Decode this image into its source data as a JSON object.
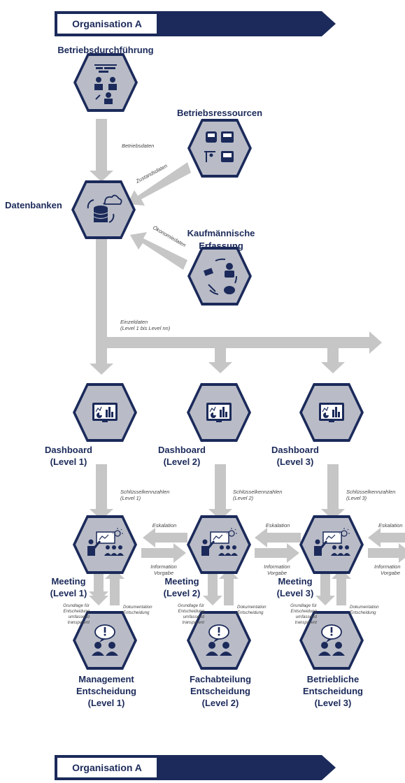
{
  "banner_top": "Organisation A",
  "banner_bottom": "Organisation A",
  "nodes": {
    "betrieb": "Betriebsdurchführung",
    "ressourcen": "Betriebsressourcen",
    "datenbanken": "Datenbanken",
    "kauf_line1": "Kaufmännische",
    "kauf_line2": "Erfassung",
    "dash1_line1": "Dashboard",
    "dash1_line2": "(Level 1)",
    "dash2_line1": "Dashboard",
    "dash2_line2": "(Level 2)",
    "dash3_line1": "Dashboard",
    "dash3_line2": "(Level 3)",
    "meet1_line1": "Meeting",
    "meet1_line2": "(Level 1)",
    "meet2_line1": "Meeting",
    "meet2_line2": "(Level 2)",
    "meet3_line1": "Meeting",
    "meet3_line2": "(Level 3)",
    "dec1_line1": "Management",
    "dec1_line2": "Entscheidung",
    "dec1_line3": "(Level 1)",
    "dec2_line1": "Fachabteilung",
    "dec2_line2": "Entscheidung",
    "dec2_line3": "(Level 2)",
    "dec3_line1": "Betriebliche",
    "dec3_line2": "Entscheidung",
    "dec3_line3": "(Level 3)"
  },
  "flows": {
    "betriebsdaten": "Betriebsdaten",
    "zustandsdaten": "Zustandsdaten",
    "oekonomiedaten": "Ökonomiedaten",
    "einzeldaten_line1": "Einzeldaten",
    "einzeldaten_line2": "(Level 1 bis Level nn)",
    "kpi": "Schlüsselkennzahlen",
    "kpi_level1": "(Level 1)",
    "kpi_level2": "(Level 2)",
    "kpi_level3": "(Level 3)",
    "eskalation": "Eskalation",
    "info_line1": "Information",
    "info_line2": "Vorgabe",
    "grundlage_line1": "Grundlage für",
    "grundlage_line2": "Entscheidung",
    "grundlage_line3": "umfassend",
    "grundlage_line4": "transparent",
    "doku_line1": "Dokumentation",
    "doku_line2": "Entscheidung"
  },
  "colors": {
    "navy": "#1b2a5a",
    "hex_fill": "#b9bcc7",
    "arrow_gray": "#c6c6c6",
    "icon_navy": "#1b2a5a"
  },
  "icons": [
    "gantt-workers-icon",
    "bus-train-icon",
    "database-cloud-icon",
    "cycle-money-icon",
    "dashboard-chart-icon",
    "presenter-meeting-icon",
    "speech-people-icon"
  ]
}
